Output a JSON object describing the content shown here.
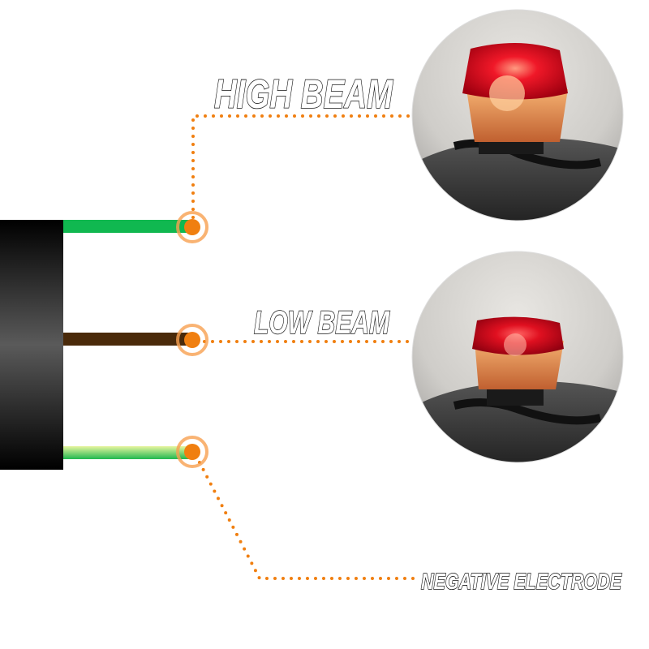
{
  "labels": {
    "high_beam": "HIGH BEAM",
    "low_beam": "LOW BEAM",
    "negative": "NEGATIVE ELECTRODE"
  },
  "wires": [
    {
      "name": "high-beam-wire",
      "color": "#10b850"
    },
    {
      "name": "low-beam-wire",
      "color": "#4a2a0a"
    },
    {
      "name": "negative-wire",
      "color": "#30c050"
    }
  ],
  "colors": {
    "connector_line": "#f07f10",
    "cable_jacket": "#000000",
    "lamp_red": "#e01020"
  },
  "photos": [
    {
      "name": "tail-light-high-beam-photo",
      "state": "high beam on"
    },
    {
      "name": "tail-light-low-beam-photo",
      "state": "low beam on"
    }
  ]
}
